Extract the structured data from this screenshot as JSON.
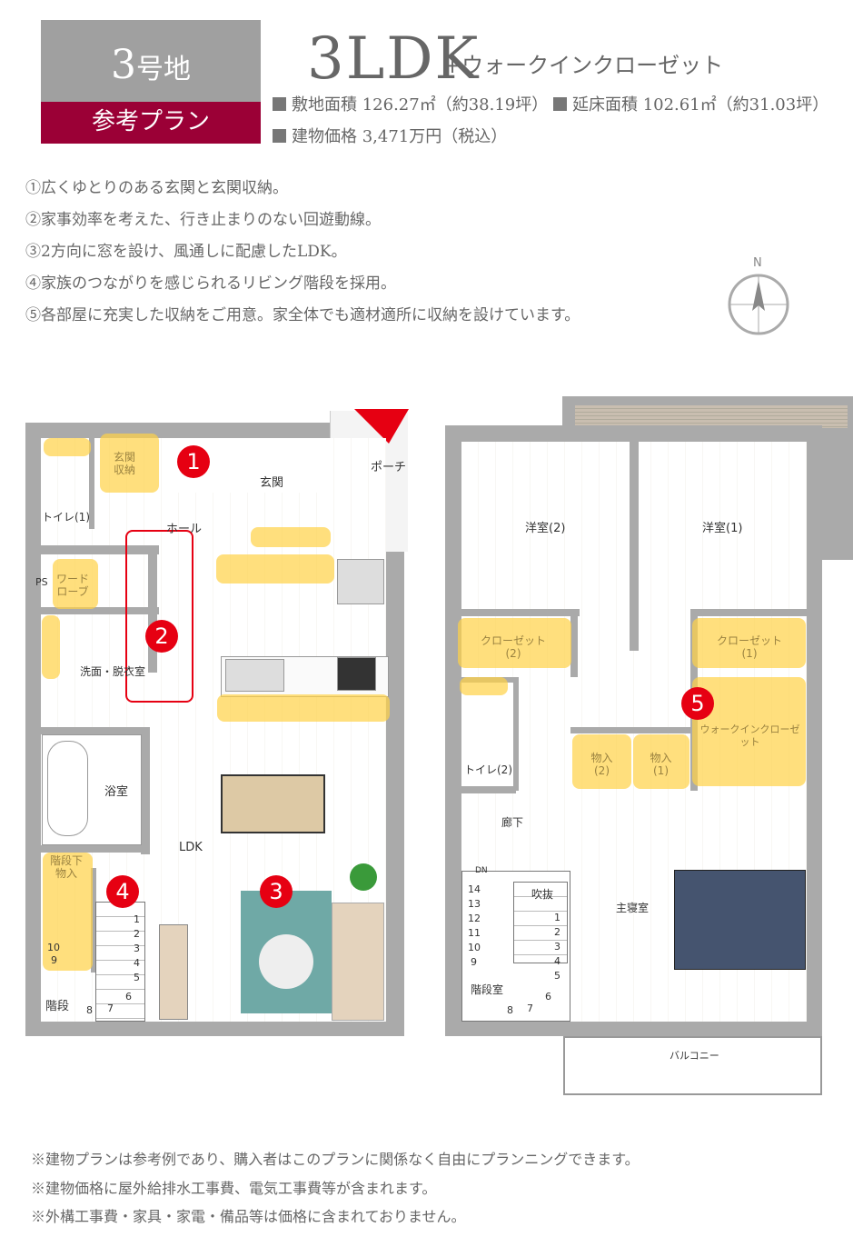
{
  "header": {
    "lot_number": "3",
    "lot_suffix": "号地",
    "plan_label": "参考プラン",
    "layout_type": "3LDK",
    "layout_extra": "+ウォークインクローゼット",
    "site_area": "敷地面積 126.27㎡（約38.19坪）",
    "floor_area": "延床面積 102.61㎡（約31.03坪）",
    "price": "建物価格 3,471万円（税込）"
  },
  "features": [
    "①広くゆとりのある玄関と玄関収納。",
    "②家事効率を考えた、行き止まりのない回遊動線。",
    "③2方向に窓を設け、風通しに配慮したLDK。",
    "④家族のつながりを感じられるリビング階段を採用。",
    "⑤各部屋に充実した収納をご用意。家全体でも適材適所に収納を設けています。"
  ],
  "compass": {
    "label": "N"
  },
  "floor1": {
    "rooms": {
      "genkan_storage": "玄関\n収納",
      "genkan": "玄関",
      "porch": "ポーチ",
      "toilet1": "トイレ(1)",
      "hall": "ホール",
      "ps": "PS",
      "wardrobe": "ワード\nローブ",
      "washroom": "洗面・脱衣室",
      "bath": "浴室",
      "ldk": "LDK",
      "under_stairs": "階段下\n物入",
      "stairs": "階段"
    },
    "steps": [
      "1",
      "2",
      "3",
      "4",
      "5",
      "6",
      "7",
      "8",
      "9",
      "10"
    ],
    "badges": [
      "1",
      "2",
      "3",
      "4"
    ]
  },
  "floor2": {
    "rooms": {
      "western2": "洋室(2)",
      "western1": "洋室(1)",
      "closet2": "クローゼット\n(2)",
      "closet1": "クローゼット\n(1)",
      "wic": "ウォークインクローゼット",
      "toilet2": "トイレ(2)",
      "storage2": "物入\n(2)",
      "storage1": "物入\n(1)",
      "corridor": "廊下",
      "dn": "DN",
      "void": "吹抜",
      "master": "主寝室",
      "stairwell": "階段室",
      "balcony": "バルコニー"
    },
    "steps_upper": [
      "14",
      "13",
      "12",
      "11",
      "10",
      "9"
    ],
    "steps_lower": [
      "1",
      "2",
      "3",
      "4",
      "5",
      "6",
      "7",
      "8"
    ],
    "badges": [
      "5"
    ]
  },
  "notes": [
    "※建物プランは参考例であり、購入者はこのプランに関係なく自由にプランニングできます。",
    "※建物価格に屋外給排水工事費、電気工事費等が含まれます。",
    "※外構工事費・家具・家電・備品等は価格に含まれておりません。"
  ],
  "colors": {
    "accent": "#9b0036",
    "badge": "#e60012",
    "storage": "#ffd246",
    "header_gray": "#a0a0a0"
  }
}
